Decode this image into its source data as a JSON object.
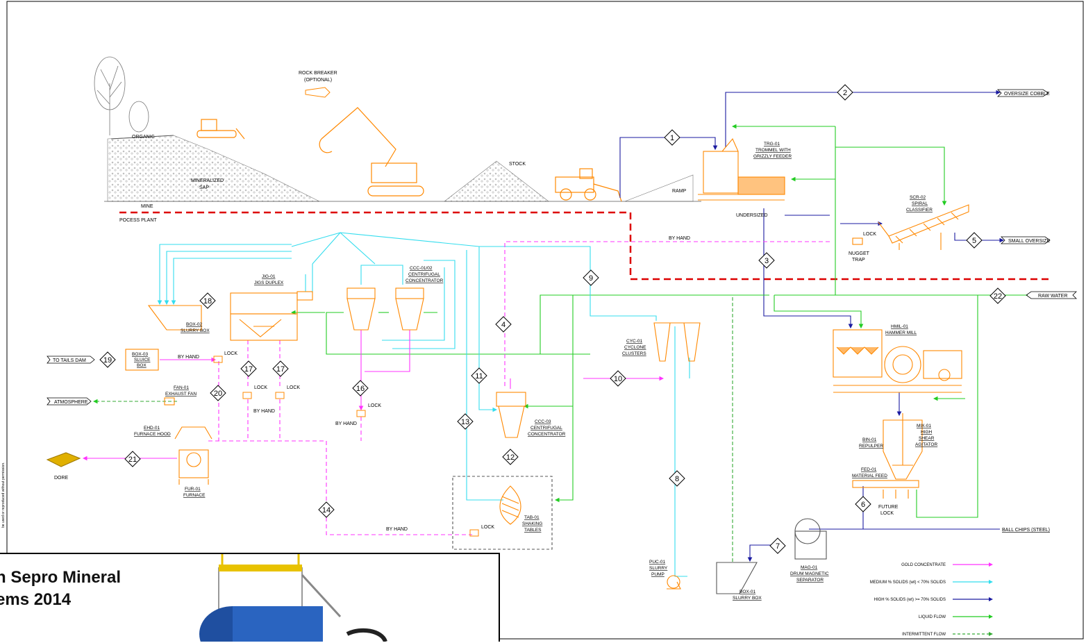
{
  "colors": {
    "gold": "#ff33ff",
    "medium": "#33ddee",
    "high": "#1a1aa0",
    "liquid": "#22cc22",
    "intermittent": "#33aa33",
    "equipment": "#ff8800",
    "divider": "#dd0000"
  },
  "mine_labels": {
    "organic": "ORGANIC",
    "mineralized": "MINERALIZED",
    "sap": "SAP",
    "rock_breaker": "ROCK BREAKER",
    "optional": "(OPTIONAL)",
    "stock": "STOCK",
    "ramp": "RAMP",
    "mine": "MINE",
    "process_plant": "POCESS PLANT",
    "undersized": "UNDERSIZED"
  },
  "equipment": {
    "trg_id": "TRG-01",
    "trg_1": "TROMMEL WITH",
    "trg_2": "GRIZZLY FEEDER",
    "scr_id": "SCR-02",
    "scr_1": "SPIRAL",
    "scr_2": "CLASSIFIER",
    "nugget_1": "NUGGET",
    "nugget_2": "TRAP",
    "jig_id": "JIG-01",
    "jig_1": "JIGS DUPLEX",
    "ccc_id": "CCC-01/02",
    "ccc_1": "CENTRIFUGAL",
    "ccc_2": "CONCENTRATOR",
    "box02_id": "BOX-02",
    "box02_1": "SLURRY BOX",
    "box03_id": "BOX-03",
    "box03_1": "SLUICE",
    "box03_2": "BOX",
    "fan_id": "FAN-01",
    "fan_1": "EXHAUST FAN",
    "ehd_id": "EHD-01",
    "ehd_1": "FURNACE HOOD",
    "fur_id": "FUR-01",
    "fur_1": "FURNACE",
    "dore": "DORE",
    "cyc_id": "CYC-01",
    "cyc_1": "CYCLONE",
    "cyc_2": "CLUSTERS",
    "ccc3_id": "CCC-03",
    "ccc3_1": "CENTRIFUGAL",
    "ccc3_2": "CONCENTRATOR",
    "tab_id": "TAB-01",
    "tab_1": "SHAKING",
    "tab_2": "TABLES",
    "hmil_id": "HMIL-01",
    "hmil_1": "HAMMER MILL",
    "mix_id": "MIX-01",
    "mix_1": "HIGH",
    "mix_2": "SHEAR",
    "mix_3": "AGITATOR",
    "bin_id": "BIN-01",
    "bin_1": "REPULPER",
    "fed_id": "FED-01",
    "fed_1": "MATERIAL FEED",
    "future_1": "FUTURE",
    "future_2": "LOCK",
    "mag_id": "MAG-01",
    "mag_1": "DRUM MAGNETIC",
    "mag_2": "SEPARATOR",
    "puc_id": "PUC-01",
    "puc_1": "SLURRY",
    "puc_2": "PUMP",
    "box01_id": "BOX-01",
    "box01_1": "SLURRY BOX"
  },
  "misc": {
    "by_hand": "BY HAND",
    "lock": "LOCK"
  },
  "streams": {
    "s1": "1",
    "s2": "2",
    "s3": "3",
    "s4": "4",
    "s5": "5",
    "s6": "6",
    "s7": "7",
    "s8": "8",
    "s9": "9",
    "s10": "10",
    "s11": "11",
    "s12": "12",
    "s13": "13",
    "s14": "14",
    "s16": "16",
    "s17": "17",
    "s18": "18",
    "s19": "19",
    "s20": "20",
    "s21": "21",
    "s22": "22"
  },
  "terminals": {
    "oversize": "OVERSIZE COBBLE",
    "small_oversize": "SMALL OVERSIZE",
    "raw_water": "RAW WATER",
    "tails": "TO TAILS DAM",
    "atmosphere": "ATMOSPHERE",
    "ball_chips": "BALL CHIPS (STEEL)"
  },
  "legend": [
    {
      "label": "GOLD CONCENTRATE",
      "color": "#ff33ff",
      "dash": false
    },
    {
      "label": "MEDIUM % SOLIDS (wt) < 70% SOLIDS",
      "color": "#33ddee",
      "dash": false
    },
    {
      "label": "HIGH % SOLIDS (wt) >= 70% SOLIDS",
      "color": "#1a1aa0",
      "dash": false
    },
    {
      "label": "LIQUID FLOW",
      "color": "#22cc22",
      "dash": false
    },
    {
      "label": "INTERMITTENT FLOW",
      "color": "#33aa33",
      "dash": true
    }
  ],
  "credit": {
    "line1": "n Sepro Mineral",
    "line2": "ems 2014"
  },
  "side_note": "be used or reproduced without permission."
}
